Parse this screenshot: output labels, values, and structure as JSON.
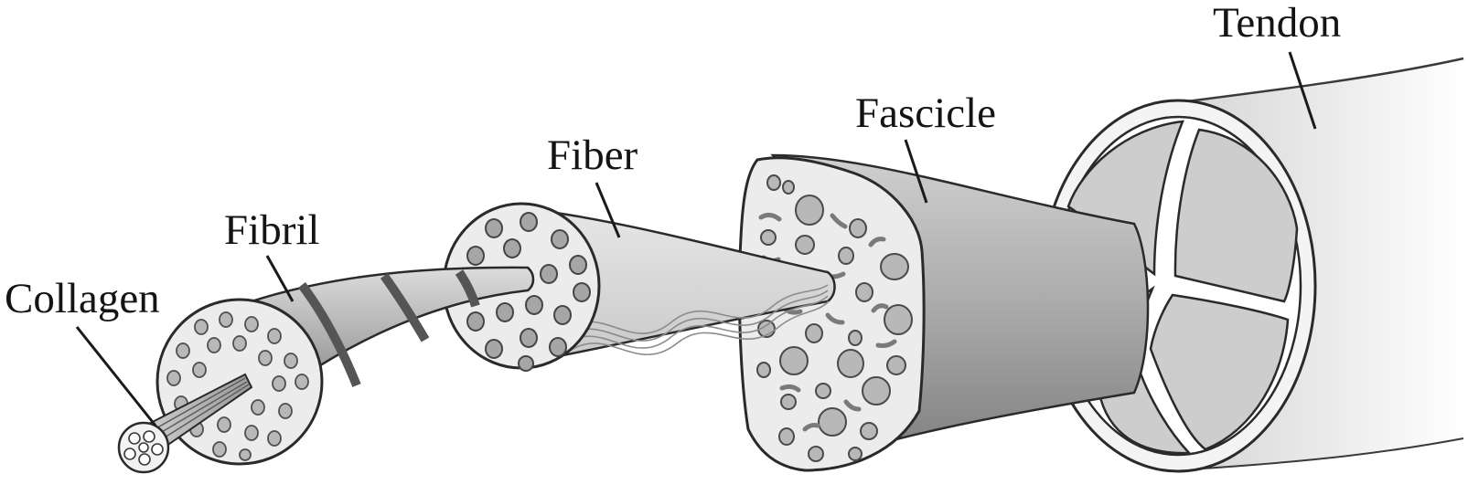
{
  "labels": {
    "tendon": "Tendon",
    "fascicle": "Fascicle",
    "fiber": "Fiber",
    "fibril": "Fibril",
    "collagen": "Collagen"
  },
  "colors": {
    "outline": "#2a2a2a",
    "cross_section_fill": "#ececec",
    "dot_fill": "#a8a8a8",
    "shaft_light": "#f2f2f2",
    "shaft_dark": "#8a8a8a"
  }
}
